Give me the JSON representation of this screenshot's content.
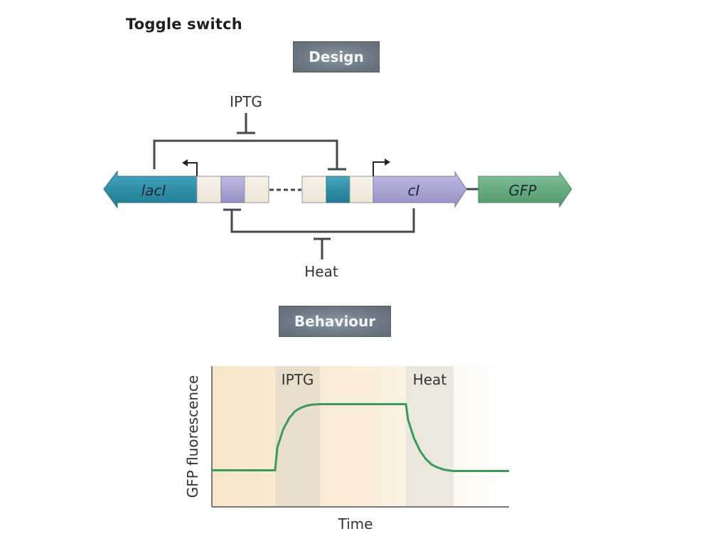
{
  "title": "Toggle switch",
  "sections": {
    "design": "Design",
    "behaviour": "Behaviour"
  },
  "design": {
    "inducers": {
      "top": "IPTG",
      "bottom": "Heat"
    },
    "genes": [
      {
        "name": "lacI",
        "direction": "left",
        "color": "#2f8fa8"
      },
      {
        "name": "cI",
        "direction": "right",
        "color": "#a9a4d3"
      },
      {
        "name": "GFP",
        "direction": "right",
        "color": "#5fa378"
      }
    ],
    "operator_colors": {
      "spacer": "#f3efe3",
      "cI_operator": "#a9a4d3",
      "lacI_operator": "#2f8fa8"
    },
    "line_color": "#3f4a55"
  },
  "chart_data": {
    "type": "line",
    "title": "",
    "xlabel": "Time",
    "ylabel": "GFP fluorescence",
    "xlim": [
      0,
      100
    ],
    "ylim": [
      0,
      1
    ],
    "grid": false,
    "line_color": "#3a9a5c",
    "levels": {
      "low": 0.26,
      "high": 0.73
    },
    "phases": [
      {
        "label": "IPTG",
        "start": 21.3,
        "end": 36.4,
        "color": "#e6dccb"
      },
      {
        "label": "Heat",
        "start": 65.3,
        "end": 81.3,
        "color": "#e8e4db"
      }
    ],
    "series": [
      {
        "name": "GFP fluorescence",
        "x": [
          0,
          21.3,
          22,
          24,
          26,
          28,
          30,
          32,
          34,
          36.4,
          65.3,
          66,
          68,
          70,
          72,
          74,
          76,
          78,
          80,
          81.3,
          100
        ],
        "y": [
          0.26,
          0.26,
          0.42,
          0.55,
          0.63,
          0.68,
          0.705,
          0.72,
          0.727,
          0.73,
          0.73,
          0.62,
          0.49,
          0.4,
          0.34,
          0.3,
          0.28,
          0.265,
          0.258,
          0.255,
          0.255
        ]
      }
    ]
  }
}
